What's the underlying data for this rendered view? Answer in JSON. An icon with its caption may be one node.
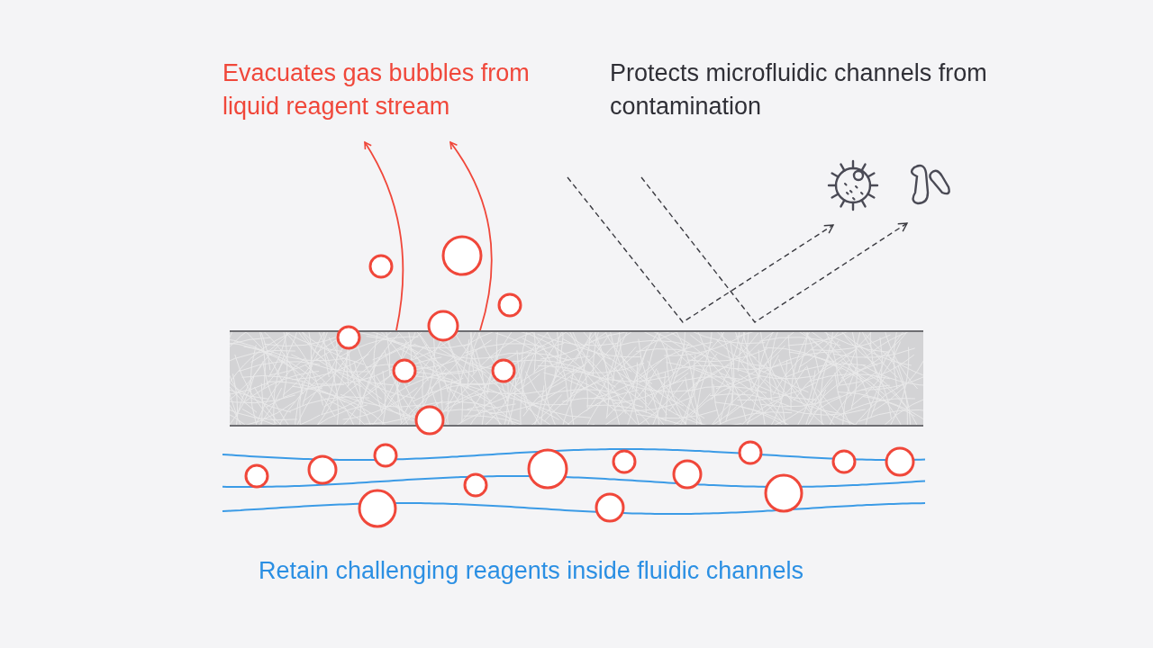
{
  "diagram": {
    "labels": [
      "Evacuates gas bubbles from liquid reagent stream",
      "Protects microfluidic channels from contamination",
      "Retain challenging reagents inside fluidic channels"
    ]
  }
}
